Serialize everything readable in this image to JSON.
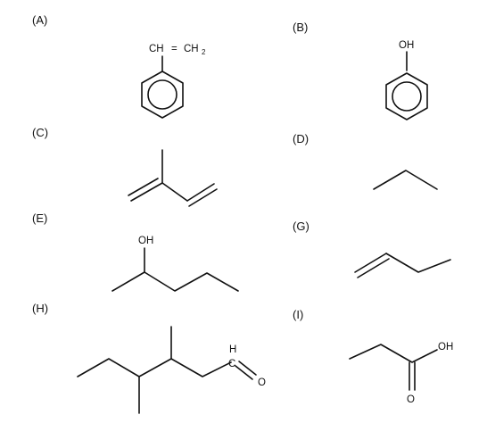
{
  "molecules": [
    {
      "label": "(A)",
      "atoms": [
        "CH",
        "=",
        "CH",
        "2"
      ],
      "icon": "styrene-structure"
    },
    {
      "label": "(B)",
      "atoms": [
        "OH"
      ],
      "icon": "phenol-structure"
    },
    {
      "label": "(C)",
      "atoms": [],
      "icon": "isoprene-structure"
    },
    {
      "label": "(D)",
      "atoms": [],
      "icon": "propane-structure"
    },
    {
      "label": "(E)",
      "atoms": [
        "OH"
      ],
      "icon": "hexan-2-ol-structure"
    },
    {
      "label": "(G)",
      "atoms": [],
      "icon": "but-1-ene-structure"
    },
    {
      "label": "(H)",
      "atoms": [
        "H",
        "C",
        "O"
      ],
      "icon": "aldehyde-structure"
    },
    {
      "label": "(I)",
      "atoms": [
        "OH",
        "O"
      ],
      "icon": "propanoic-acid-structure"
    }
  ]
}
